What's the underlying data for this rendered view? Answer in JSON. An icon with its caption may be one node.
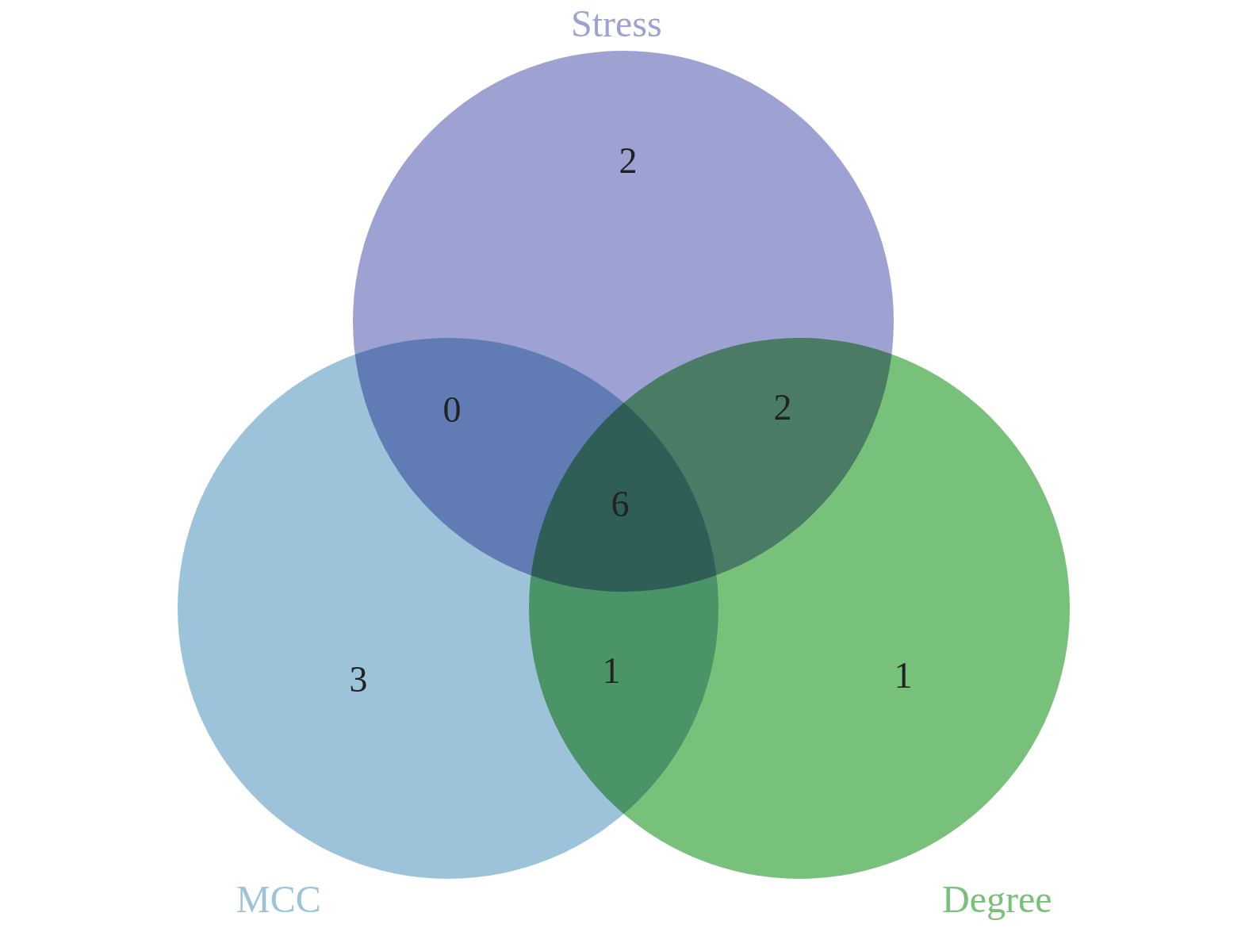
{
  "diagram": {
    "nodes": [
      {
        "text": [
          "Stress"
        ]
      },
      {
        "text": [
          "MCC"
        ]
      },
      {
        "text": [
          "Degree"
        ]
      }
    ],
    "edges": [],
    "labels": [
      "2",
      "0",
      "2",
      "6",
      "3",
      "1",
      "1"
    ]
  }
}
